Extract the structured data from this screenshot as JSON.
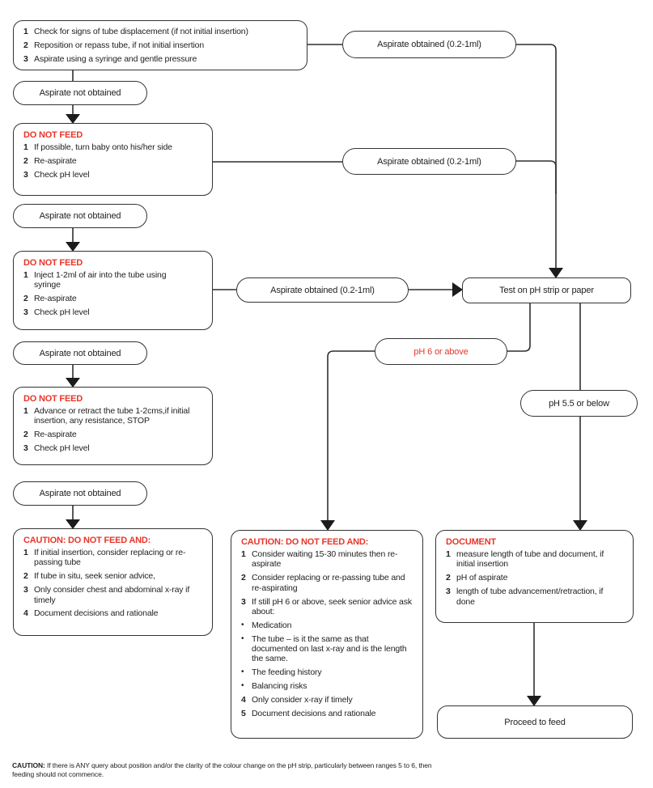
{
  "colors": {
    "red": "#e8352a",
    "ink": "#222222",
    "line": "#2f2f2f"
  },
  "glyphs": {
    "bullet": "•"
  },
  "nodes": {
    "assess": {
      "items": [
        {
          "n": "1",
          "text": "Check for signs of tube displacement (if not initial insertion)"
        },
        {
          "n": "2",
          "text": "Reposition or repass tube, if not initial insertion"
        },
        {
          "n": "3",
          "text": "Aspirate using a syringe and gentle pressure"
        }
      ]
    },
    "aspirate_not_obtained": {
      "label": "Aspirate not obtained"
    },
    "aspirate_obtained": {
      "label": "Aspirate obtained (0.2-1ml)"
    },
    "do_not_feed_1": {
      "title": "DO NOT FEED",
      "items": [
        {
          "n": "1",
          "text": "If possible, turn baby onto his/her side"
        },
        {
          "n": "2",
          "text": "Re-aspirate"
        },
        {
          "n": "3",
          "text": "Check pH level"
        }
      ]
    },
    "do_not_feed_2": {
      "title": "DO NOT FEED",
      "items": [
        {
          "n": "1",
          "text": "Inject 1-2ml of air into the tube using syringe"
        },
        {
          "n": "2",
          "text": "Re-aspirate"
        },
        {
          "n": "3",
          "text": "Check pH level"
        }
      ]
    },
    "do_not_feed_3": {
      "title": "DO NOT FEED",
      "items": [
        {
          "n": "1",
          "text": "Advance or retract the tube 1-2cms,if initial insertion, any resistance, STOP"
        },
        {
          "n": "2",
          "text": "Re-aspirate"
        },
        {
          "n": "3",
          "text": "Check pH level"
        }
      ]
    },
    "test_ph": {
      "label": "Test on pH strip or paper"
    },
    "ph6": {
      "label": "pH 6 or above"
    },
    "ph55": {
      "label": "pH 5.5 or below"
    },
    "caution_left": {
      "title": "CAUTION: DO NOT FEED AND:",
      "items": [
        {
          "n": "1",
          "text": "If initial insertion, consider replacing or re-passing tube"
        },
        {
          "n": "2",
          "text": "If tube in situ, seek senior advice,"
        },
        {
          "n": "3",
          "text": "Only consider chest and abdominal x-ray if timely"
        },
        {
          "n": "4",
          "text": "Document decisions and rationale"
        }
      ]
    },
    "caution_mid": {
      "title": "CAUTION: DO NOT FEED AND:",
      "items_top": [
        {
          "n": "1",
          "text": "Consider waiting 15-30 minutes then re-aspirate"
        },
        {
          "n": "2",
          "text": "Consider replacing or re-passing tube and re-aspirating"
        },
        {
          "n": "3",
          "text": "If still pH 6 or above, seek senior advice ask about:"
        }
      ],
      "bullets": [
        {
          "text": "Medication"
        },
        {
          "text": "The tube – is it the same as that documented on last x-ray and is the length the same."
        },
        {
          "text": "The feeding history"
        },
        {
          "text": "Balancing risks"
        }
      ],
      "items_bottom": [
        {
          "n": "4",
          "text": "Only consider x-ray if timely"
        },
        {
          "n": "5",
          "text": "Document decisions and rationale"
        }
      ]
    },
    "document": {
      "title": "DOCUMENT",
      "items": [
        {
          "n": "1",
          "text": "measure length of tube and document, if initial insertion"
        },
        {
          "n": "2",
          "text": "pH of aspirate"
        },
        {
          "n": "3",
          "text": "length of tube advancement/retraction, if done"
        }
      ]
    },
    "proceed": {
      "label": "Proceed to feed"
    }
  },
  "footer": {
    "label": "CAUTION:",
    "text": " If there is ANY query about position and/or the clarity of the colour change on the pH strip, particularly between ranges 5 to 6, then feeding should not commence."
  }
}
